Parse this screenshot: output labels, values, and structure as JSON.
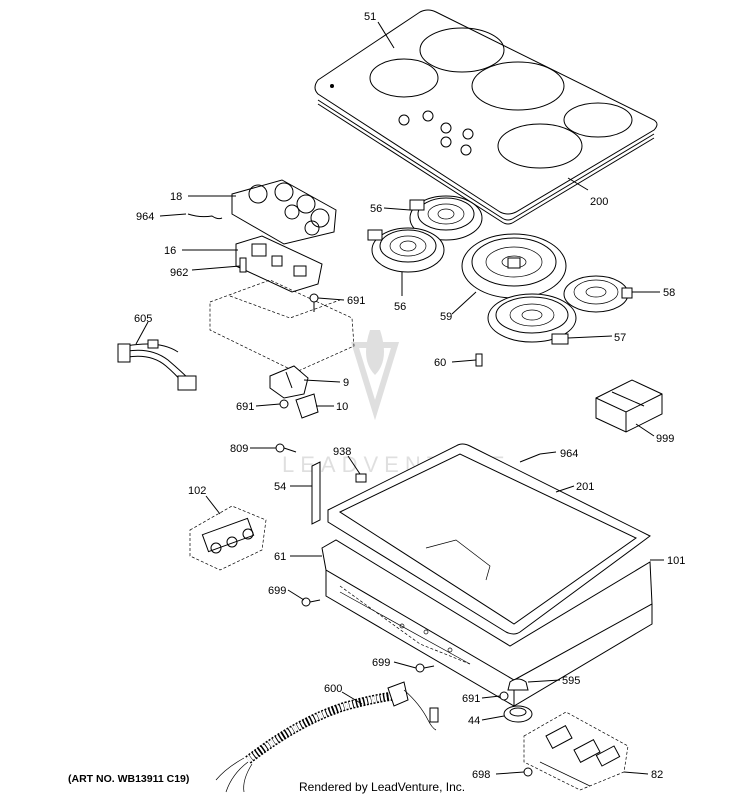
{
  "footer": {
    "art_number": "(ART NO. WB13911 C19)",
    "rendered_by": "Rendered by LeadVenture, Inc."
  },
  "watermark": "LEADVENTURE",
  "callouts": {
    "c51": "51",
    "c200": "200",
    "c18": "18",
    "c964a": "964",
    "c16": "16",
    "c962": "962",
    "c691a": "691",
    "c605": "605",
    "c9": "9",
    "c691b": "691",
    "c10": "10",
    "c56a": "56",
    "c56b": "56",
    "c59": "59",
    "c58": "58",
    "c57": "57",
    "c60": "60",
    "c999": "999",
    "c809": "809",
    "c938": "938",
    "c964b": "964",
    "c54": "54",
    "c102": "102",
    "c201": "201",
    "c61": "61",
    "c101": "101",
    "c699a": "699",
    "c699b": "699",
    "c600": "600",
    "c595": "595",
    "c691c": "691",
    "c44": "44",
    "c698": "698",
    "c82": "82"
  }
}
